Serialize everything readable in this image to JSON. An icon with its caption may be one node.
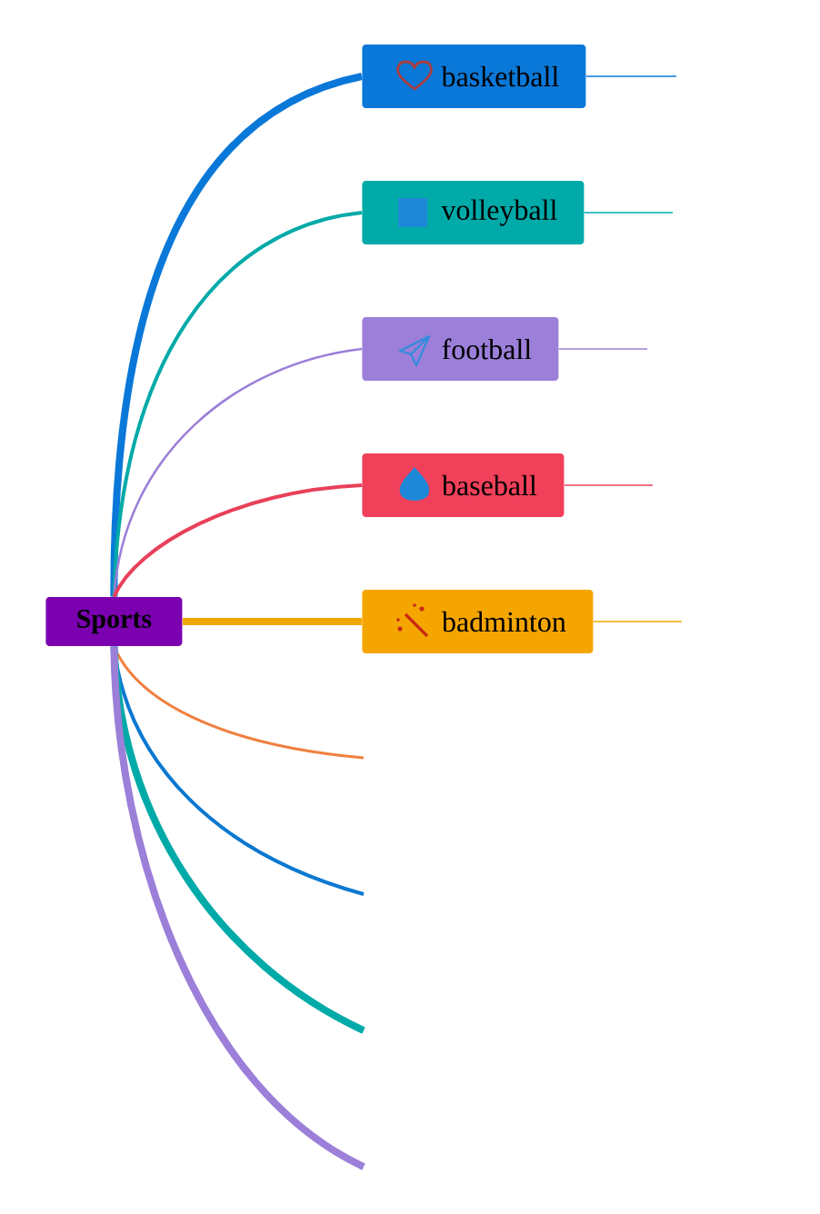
{
  "diagram": {
    "nodes": [
      {
        "text": [
          "Sports"
        ]
      },
      {
        "text": [
          "basketball"
        ]
      },
      {
        "text": [
          "volleyball"
        ]
      },
      {
        "text": [
          "football"
        ]
      },
      {
        "text": [
          "baseball"
        ]
      },
      {
        "text": [
          "badminton"
        ]
      }
    ],
    "edges": [
      {
        "from": 0,
        "to": 1,
        "arrow": "none",
        "style": "thick",
        "color": "#0a78d8"
      },
      {
        "from": 0,
        "to": 2,
        "arrow": "none",
        "color": "#00aaa8"
      },
      {
        "from": 0,
        "to": 3,
        "arrow": "none",
        "color": "#9b7fd8"
      },
      {
        "from": 0,
        "to": 4,
        "arrow": "none",
        "color": "#e8405a"
      },
      {
        "from": 0,
        "to": 5,
        "arrow": "none",
        "style": "thick",
        "color": "#f0a800"
      },
      {
        "from": 0,
        "to": null,
        "arrow": "none",
        "color": "#f08040"
      },
      {
        "from": 0,
        "to": null,
        "arrow": "none",
        "color": "#0a78d0"
      },
      {
        "from": 0,
        "to": null,
        "arrow": "none",
        "style": "thick",
        "color": "#00aaa8"
      },
      {
        "from": 0,
        "to": null,
        "arrow": "none",
        "style": "thick",
        "color": "#9b7fd8"
      },
      {
        "from": 1,
        "to": null,
        "arrow": "none",
        "color": "#0a78d8"
      },
      {
        "from": 2,
        "to": null,
        "arrow": "none",
        "color": "#00aaa8"
      },
      {
        "from": 3,
        "to": null,
        "arrow": "none",
        "color": "#9b7fd8"
      },
      {
        "from": 4,
        "to": null,
        "arrow": "none",
        "color": "#e8405a"
      },
      {
        "from": 5,
        "to": null,
        "arrow": "none",
        "color": "#f0a800"
      }
    ]
  }
}
